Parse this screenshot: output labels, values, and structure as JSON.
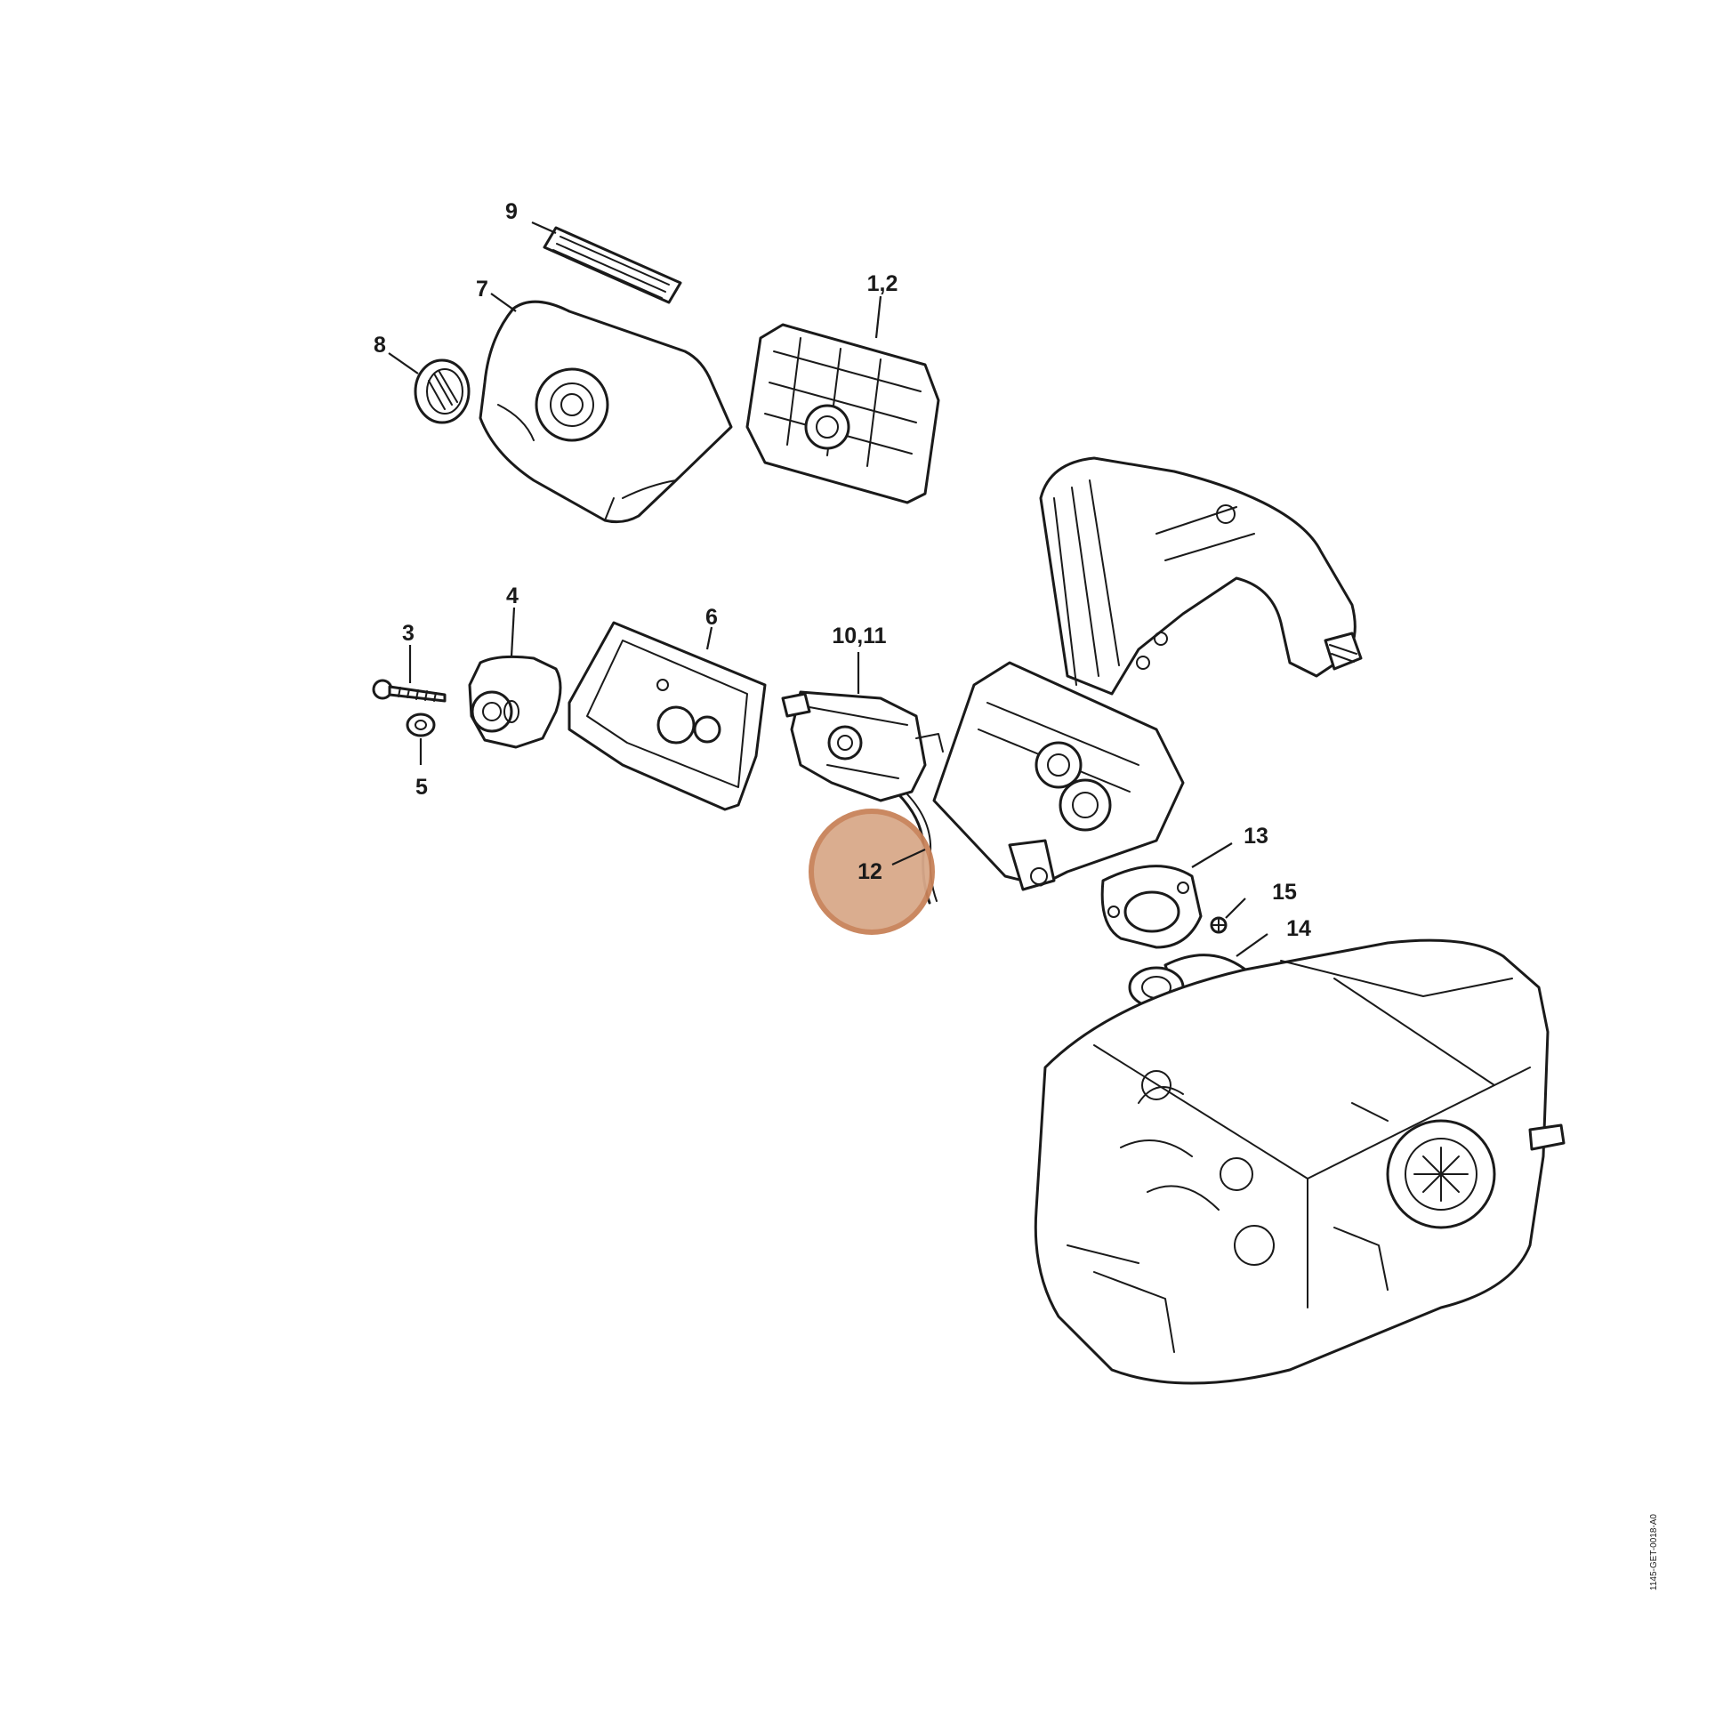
{
  "diagram": {
    "callouts": {
      "c9": "9",
      "c7": "7",
      "c8": "8",
      "c12a": "1,2",
      "c4": "4",
      "c3": "3",
      "c5": "5",
      "c6": "6",
      "c1011": "10,11",
      "c12": "12",
      "c13": "13",
      "c15": "15",
      "c14": "14"
    },
    "highlighted_callout": "12",
    "highlight_color": "#d9a98a",
    "document_id": "1145-GET-0018-A0"
  }
}
